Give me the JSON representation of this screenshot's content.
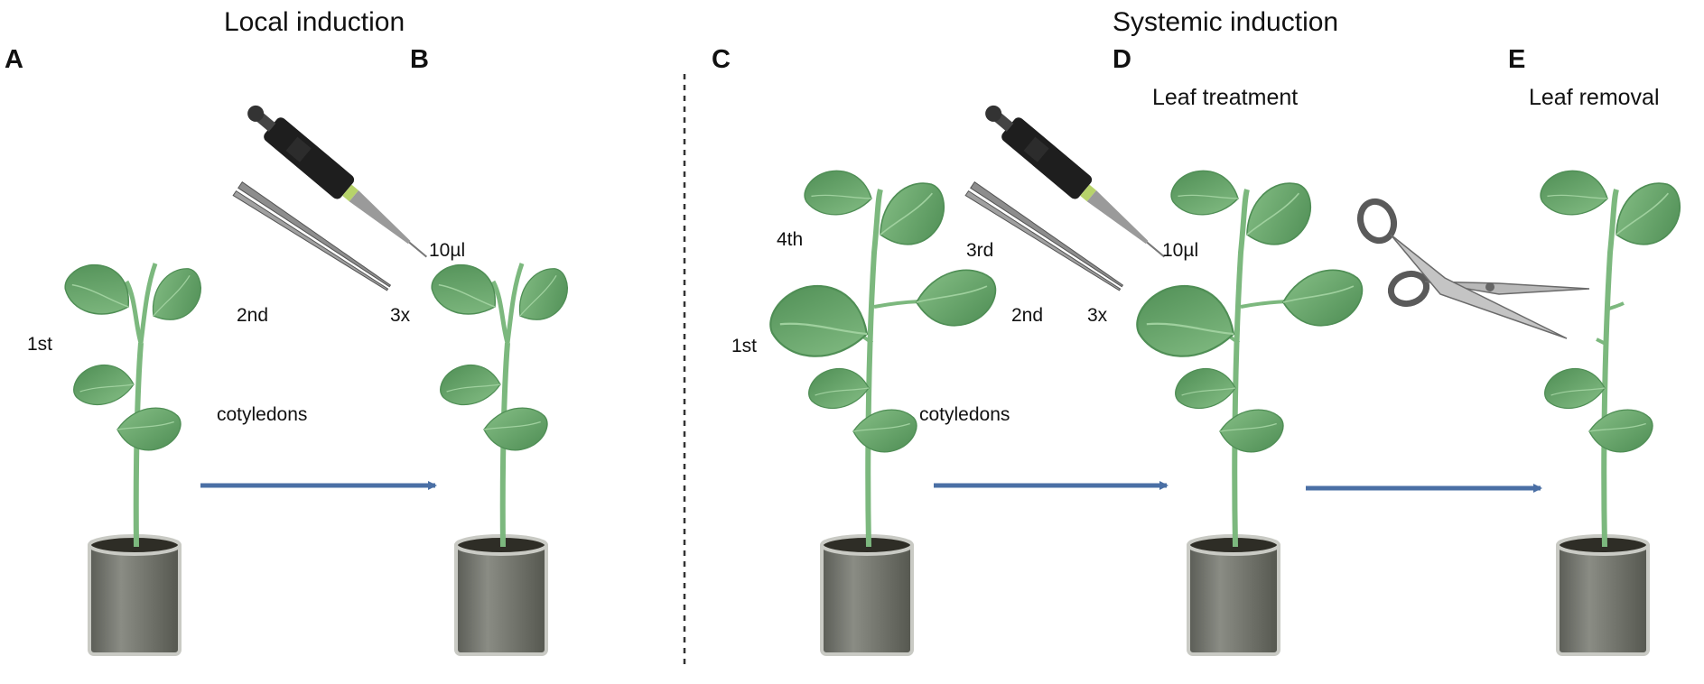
{
  "sections": {
    "local": "Local induction",
    "systemic": "Systemic induction"
  },
  "panels": {
    "a": "A",
    "b": "B",
    "c": "C",
    "d": "D",
    "e": "E"
  },
  "subtitles": {
    "d": "Leaf treatment",
    "e": "Leaf removal"
  },
  "labels": {
    "a_first": "1st",
    "a_second": "2nd",
    "a_cotyledons": "cotyledons",
    "b_volume": "10µl",
    "b_times": "3x",
    "c_fourth": "4th",
    "c_third": "3rd",
    "c_second": "2nd",
    "c_first": "1st",
    "c_cotyledons": "cotyledons",
    "d_volume": "10µl",
    "d_times": "3x"
  },
  "colors": {
    "leaf": "#6aa86c",
    "leaf_dark": "#4f8e55",
    "stem": "#7cb87e",
    "pot": "#6f716a",
    "arrow": "#4a6fa5",
    "divider": "#333333"
  },
  "icons": [
    "pipette-icon",
    "forceps-icon",
    "scissors-icon"
  ]
}
